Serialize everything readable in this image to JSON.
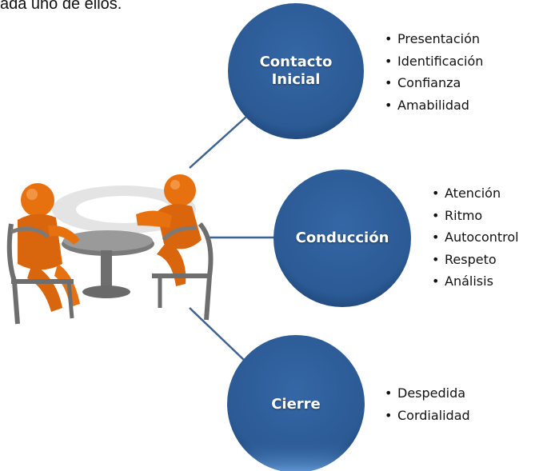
{
  "intro_text": "ada uno de ellos.",
  "colors": {
    "circle": "#2b5a94",
    "circle_dark": "#1c3f6e",
    "connector": "#3f638f",
    "figure": "#e8710f"
  },
  "figure_icon": "people-meeting-at-table-illustration",
  "stages": [
    {
      "id": "contacto",
      "title_lines": [
        "Contacto",
        "Inicial"
      ],
      "items": [
        "Presentación",
        "Identificación",
        "Confianza",
        "Amabilidad"
      ]
    },
    {
      "id": "conduccion",
      "title_lines": [
        "Conducción"
      ],
      "items": [
        "Atención",
        "Ritmo",
        "Autocontrol",
        "Respeto",
        "Análisis"
      ]
    },
    {
      "id": "cierre",
      "title_lines": [
        "Cierre"
      ],
      "items": [
        "Despedida",
        "Cordialidad"
      ]
    }
  ]
}
